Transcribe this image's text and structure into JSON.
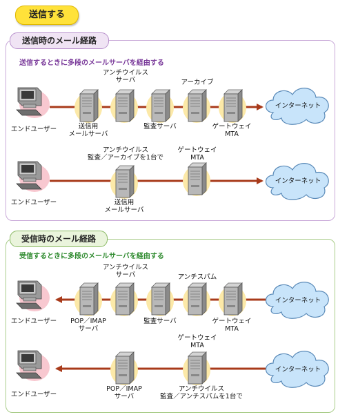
{
  "header": {
    "title": "送信する"
  },
  "send": {
    "tab": "送信時のメール経路",
    "subtitle": "送信するときに多段のメールサーバを経由する",
    "row1": {
      "user_label": "エンドユーザー",
      "internet_label": "インターネット",
      "server_labels": [
        "送信用\nメールサーバ",
        "アンチウイルス\nサーバ",
        "監査サーバ",
        "アーカイブ",
        "ゲートウェイ\nMTA"
      ]
    },
    "row2": {
      "user_label": "エンドユーザー",
      "internet_label": "インターネット",
      "server_labels": [
        "送信用\nメールサーバ",
        "アンチウイルス\n監査／アーカイブを1台で",
        "ゲートウェイ\nMTA"
      ]
    }
  },
  "recv": {
    "tab": "受信時のメール経路",
    "subtitle": "受信するときに多段のメールサーバを経由する",
    "row1": {
      "user_label": "エンドユーザー",
      "internet_label": "インターネット",
      "server_labels": [
        "POP／IMAP\nサーバ",
        "アンチウイルス\nサーバ",
        "監査サーバ",
        "アンチスパム",
        "ゲートウェイ\nMTA"
      ]
    },
    "row2": {
      "user_label": "エンドユーザー",
      "internet_label": "インターネット",
      "server_labels": [
        "POP／IMAP\nサーバ",
        "ゲートウェイ\nMTA",
        "アンチウイルス\n監査／アンチスパムを1台で"
      ]
    }
  },
  "colors": {
    "send_arrow": "#a83a1a",
    "recv_arrow": "#a83a1a",
    "highlight": "#fce9a8",
    "user_highlight": "#f8c8d0",
    "cloud": "#c8e4fa"
  }
}
